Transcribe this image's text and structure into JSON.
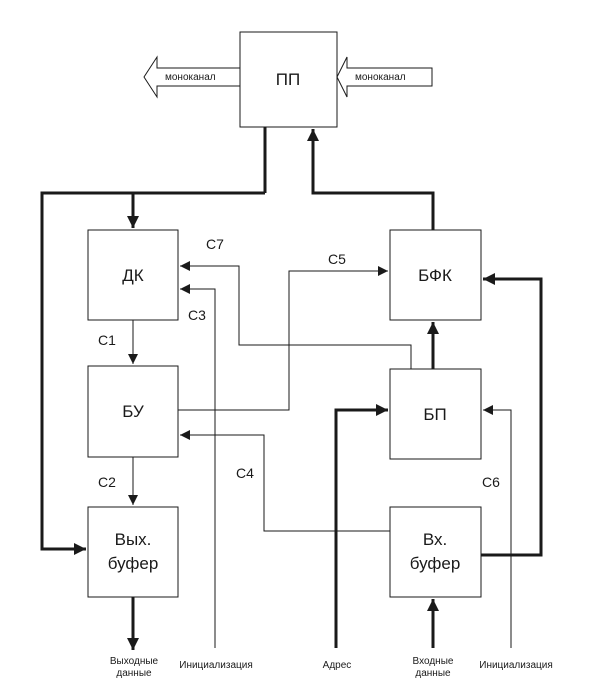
{
  "blocks": {
    "pp": "ПП",
    "dk": "ДК",
    "bu": "БУ",
    "bfk": "БФК",
    "bp": "БП",
    "out_buffer": [
      "Вых.",
      "буфер"
    ],
    "in_buffer": [
      "Вх.",
      "буфер"
    ]
  },
  "channels": {
    "left": "моноканал",
    "right": "моноканал"
  },
  "signals": {
    "c1": "C1",
    "c2": "C2",
    "c3": "C3",
    "c4": "C4",
    "c5": "C5",
    "c6": "C6",
    "c7": "C7"
  },
  "io": {
    "output_data": [
      "Выходные",
      "данные"
    ],
    "init_left": "Инициализация",
    "address": "Адрес",
    "input_data": [
      "Входные",
      "данные"
    ],
    "init_right": "Инициализация"
  }
}
